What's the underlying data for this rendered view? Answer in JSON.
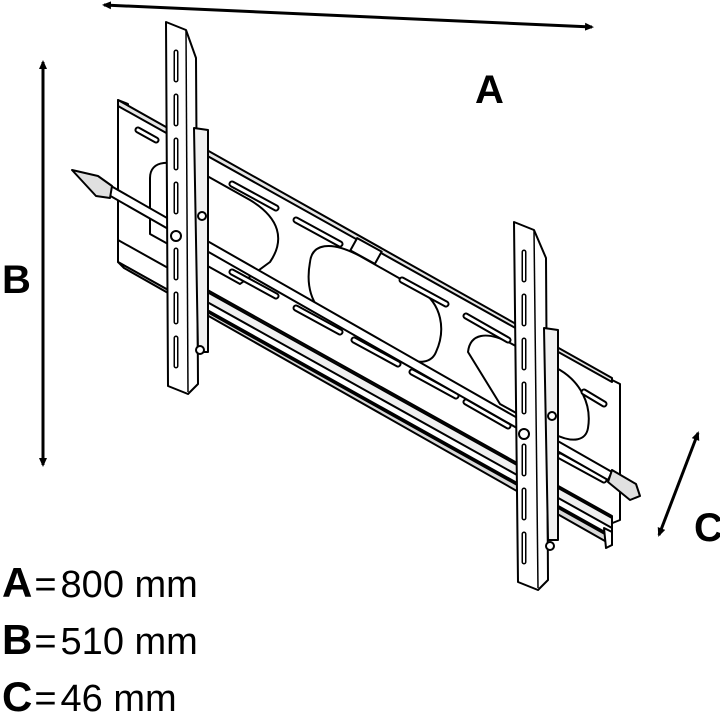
{
  "dimension_labels": {
    "a": "A",
    "b": "B",
    "c": "C"
  },
  "legend": [
    {
      "key": "A",
      "equals": "=",
      "value": "800 mm"
    },
    {
      "key": "B",
      "equals": "=",
      "value": "510 mm"
    },
    {
      "key": "C",
      "equals": "=",
      "value": "46 mm"
    }
  ],
  "colors": {
    "line": "#000000",
    "plate_fill": "#ffffff",
    "shade": "#d9d9d9"
  }
}
